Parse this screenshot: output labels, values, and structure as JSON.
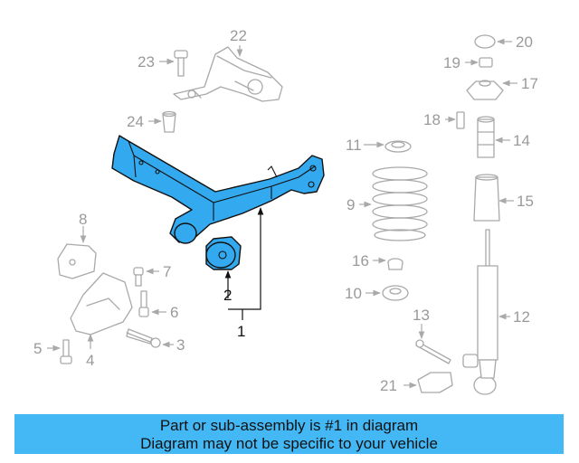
{
  "diagram": {
    "callouts": [
      {
        "id": "1",
        "label": "1",
        "highlight": true
      },
      {
        "id": "2",
        "label": "2",
        "highlight": true
      },
      {
        "id": "3",
        "label": "3"
      },
      {
        "id": "4",
        "label": "4"
      },
      {
        "id": "5",
        "label": "5"
      },
      {
        "id": "6",
        "label": "6"
      },
      {
        "id": "7",
        "label": "7"
      },
      {
        "id": "8",
        "label": "8"
      },
      {
        "id": "9",
        "label": "9"
      },
      {
        "id": "10",
        "label": "10"
      },
      {
        "id": "11",
        "label": "11"
      },
      {
        "id": "12",
        "label": "12"
      },
      {
        "id": "13",
        "label": "13"
      },
      {
        "id": "14",
        "label": "14"
      },
      {
        "id": "15",
        "label": "15"
      },
      {
        "id": "16",
        "label": "16"
      },
      {
        "id": "17",
        "label": "17"
      },
      {
        "id": "18",
        "label": "18"
      },
      {
        "id": "19",
        "label": "19"
      },
      {
        "id": "20",
        "label": "20"
      },
      {
        "id": "21",
        "label": "21"
      },
      {
        "id": "22",
        "label": "22"
      },
      {
        "id": "23",
        "label": "23"
      },
      {
        "id": "24",
        "label": "24"
      }
    ],
    "colors": {
      "highlight_part": "#33aaf0",
      "outline": "#a9a9a9",
      "banner": "#44b8f5"
    }
  },
  "banner": {
    "line1": "Part or sub-assembly is #1 in diagram",
    "line2": "Diagram may not be specific to your vehicle"
  }
}
